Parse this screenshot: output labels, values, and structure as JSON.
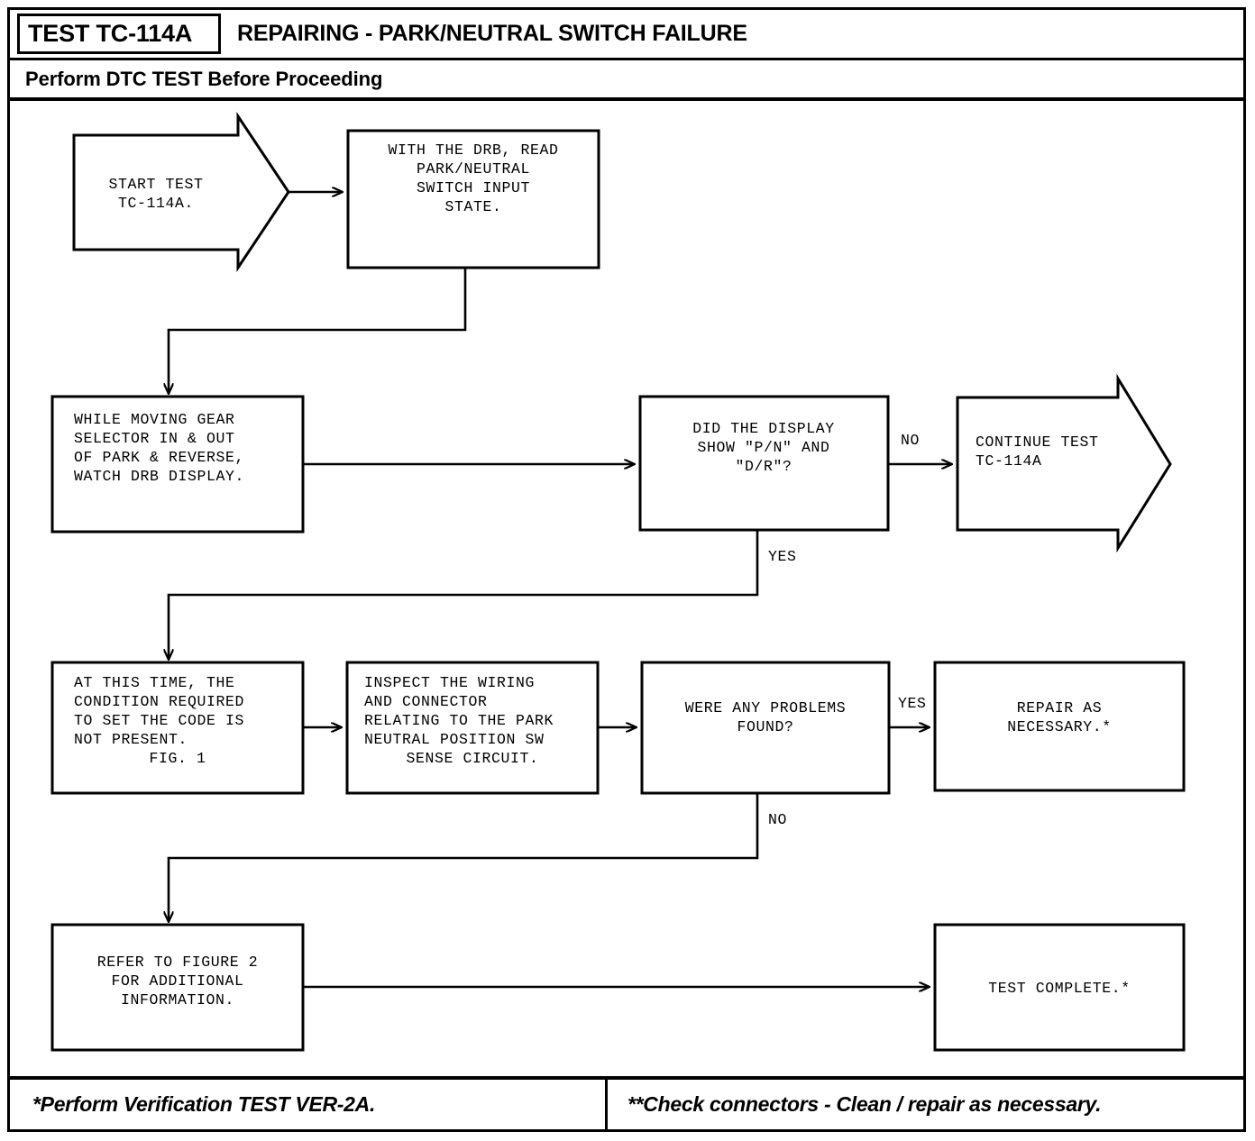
{
  "header": {
    "test_id": "TEST TC-114A",
    "title": "REPAIRING - PARK/NEUTRAL SWITCH FAILURE",
    "subtitle": "Perform DTC TEST Before Proceeding"
  },
  "footer": {
    "left_note": "*Perform Verification TEST VER-2A.",
    "right_note": "**Check connectors - Clean / repair as necessary."
  },
  "chart_data": {
    "type": "flowchart",
    "title": "REPAIRING - PARK/NEUTRAL SWITCH FAILURE",
    "nodes": [
      {
        "id": "start",
        "shape": "arrow-right",
        "align": "center",
        "lines": [
          "START TEST",
          "TC-114A."
        ]
      },
      {
        "id": "read",
        "shape": "rect",
        "align": "center",
        "lines": [
          "WITH THE DRB, READ",
          "PARK/NEUTRAL",
          "SWITCH INPUT",
          "STATE."
        ]
      },
      {
        "id": "move",
        "shape": "rect",
        "align": "left",
        "lines": [
          "WHILE MOVING GEAR",
          "SELECTOR IN & OUT",
          "OF PARK & REVERSE,",
          "WATCH DRB DISPLAY."
        ]
      },
      {
        "id": "display_q",
        "shape": "rect",
        "align": "center",
        "lines": [
          "DID THE DISPLAY",
          "SHOW \"P/N\" AND",
          "\"D/R\"?"
        ]
      },
      {
        "id": "continue",
        "shape": "arrow-right",
        "align": "left",
        "lines": [
          "CONTINUE TEST",
          "TC-114A"
        ]
      },
      {
        "id": "condition",
        "shape": "rect",
        "align": "left",
        "lines": [
          "AT THIS TIME, THE",
          "CONDITION REQUIRED",
          "TO SET THE CODE IS",
          "NOT PRESENT.",
          "FIG. 1"
        ]
      },
      {
        "id": "inspect",
        "shape": "rect",
        "align": "left",
        "lines": [
          "INSPECT THE WIRING",
          "AND CONNECTOR",
          "RELATING TO THE PARK",
          "NEUTRAL POSITION SW",
          "SENSE CIRCUIT."
        ]
      },
      {
        "id": "problems_q",
        "shape": "rect",
        "align": "center",
        "lines": [
          "WERE ANY PROBLEMS",
          "FOUND?"
        ]
      },
      {
        "id": "repair",
        "shape": "rect",
        "align": "center",
        "lines": [
          "REPAIR AS",
          "NECESSARY.*"
        ]
      },
      {
        "id": "refer",
        "shape": "rect",
        "align": "center",
        "lines": [
          "REFER TO FIGURE 2",
          "FOR ADDITIONAL",
          "INFORMATION."
        ]
      },
      {
        "id": "complete",
        "shape": "rect",
        "align": "center",
        "lines": [
          "TEST COMPLETE.*"
        ]
      }
    ],
    "edges": [
      {
        "from": "start",
        "to": "read",
        "label": ""
      },
      {
        "from": "read",
        "to": "move",
        "label": ""
      },
      {
        "from": "move",
        "to": "display_q",
        "label": ""
      },
      {
        "from": "display_q",
        "to": "continue",
        "label": "NO"
      },
      {
        "from": "display_q",
        "to": "condition",
        "label": "YES"
      },
      {
        "from": "condition",
        "to": "inspect",
        "label": ""
      },
      {
        "from": "inspect",
        "to": "problems_q",
        "label": ""
      },
      {
        "from": "problems_q",
        "to": "repair",
        "label": "YES"
      },
      {
        "from": "problems_q",
        "to": "refer",
        "label": "NO"
      },
      {
        "from": "refer",
        "to": "complete",
        "label": ""
      }
    ],
    "edge_labels": {
      "no_display": "NO",
      "yes_display": "YES",
      "yes_problems": "YES",
      "no_problems": "NO"
    }
  }
}
